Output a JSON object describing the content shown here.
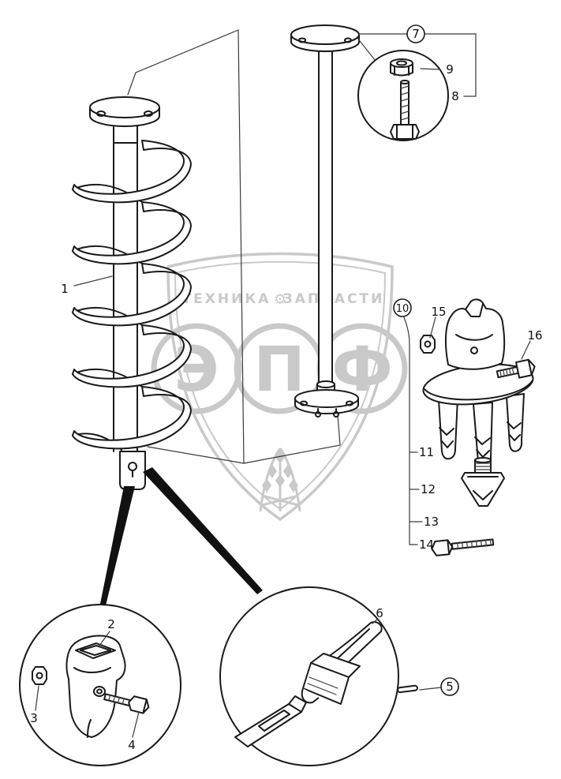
{
  "figure": {
    "labels": {
      "p1": "1",
      "p2": "2",
      "p3": "3",
      "p4": "4",
      "p5": "5",
      "p6": "6",
      "p7": "7",
      "p8": "8",
      "p9": "9",
      "p10": "10",
      "p11": "11",
      "p12": "12",
      "p13": "13",
      "p14": "14",
      "p15": "15",
      "p16": "16"
    }
  },
  "watermark": {
    "brand_left": "ТЕХНИКА",
    "brand_right": "ЗАПЧАСТИ",
    "gear_icon": "⚙",
    "monogram": [
      "Э",
      "П",
      "Ф"
    ]
  },
  "colors": {
    "line": "#1a1a1a",
    "watermark": "#c9c9c9",
    "background": "#ffffff"
  }
}
